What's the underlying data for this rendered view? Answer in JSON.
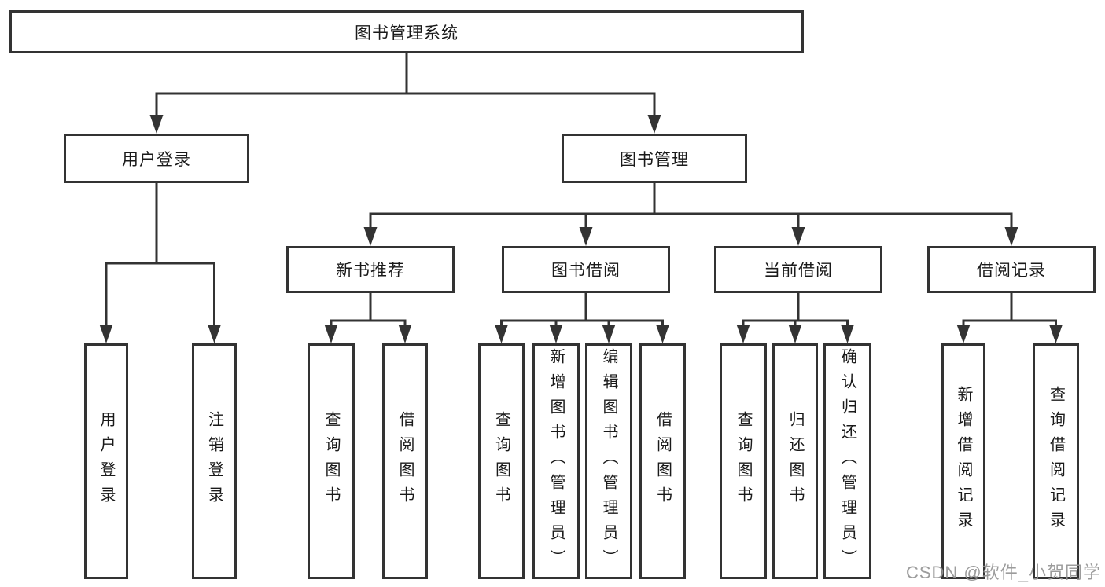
{
  "diagram": {
    "title": "图书管理系统",
    "watermark": "CSDN @软件_小贺同学",
    "colors": {
      "line": "#333333",
      "box_border": "#333333",
      "text": "#1a1a1a",
      "watermark": "#949494",
      "background": "#ffffff"
    },
    "nodes": [
      {
        "id": "root",
        "label": "图书管理系统",
        "parent": null,
        "orientation": "horizontal"
      },
      {
        "id": "user-login",
        "label": "用户登录",
        "parent": "root",
        "orientation": "horizontal"
      },
      {
        "id": "book-mgmt",
        "label": "图书管理",
        "parent": "root",
        "orientation": "horizontal"
      },
      {
        "id": "user-login-leaf",
        "label": "用户登录",
        "parent": "user-login",
        "orientation": "vertical"
      },
      {
        "id": "logout-leaf",
        "label": "注销登录",
        "parent": "user-login",
        "orientation": "vertical"
      },
      {
        "id": "new-book-rec",
        "label": "新书推荐",
        "parent": "book-mgmt",
        "orientation": "horizontal"
      },
      {
        "id": "book-borrow",
        "label": "图书借阅",
        "parent": "book-mgmt",
        "orientation": "horizontal"
      },
      {
        "id": "current-borrow",
        "label": "当前借阅",
        "parent": "book-mgmt",
        "orientation": "horizontal"
      },
      {
        "id": "borrow-record",
        "label": "借阅记录",
        "parent": "book-mgmt",
        "orientation": "horizontal"
      },
      {
        "id": "nbr-query",
        "label": "查询图书",
        "parent": "new-book-rec",
        "orientation": "vertical"
      },
      {
        "id": "nbr-borrow",
        "label": "借阅图书",
        "parent": "new-book-rec",
        "orientation": "vertical"
      },
      {
        "id": "bb-query",
        "label": "查询图书",
        "parent": "book-borrow",
        "orientation": "vertical"
      },
      {
        "id": "bb-add",
        "label": "新增图书（管理员）",
        "parent": "book-borrow",
        "orientation": "vertical"
      },
      {
        "id": "bb-edit",
        "label": "编辑图书（管理员）",
        "parent": "book-borrow",
        "orientation": "vertical"
      },
      {
        "id": "bb-borrow",
        "label": "借阅图书",
        "parent": "book-borrow",
        "orientation": "vertical"
      },
      {
        "id": "cb-query",
        "label": "查询图书",
        "parent": "current-borrow",
        "orientation": "vertical"
      },
      {
        "id": "cb-return",
        "label": "归还图书",
        "parent": "current-borrow",
        "orientation": "vertical"
      },
      {
        "id": "cb-confirm",
        "label": "确认归还（管理员）",
        "parent": "current-borrow",
        "orientation": "vertical"
      },
      {
        "id": "br-add",
        "label": "新增借阅记录",
        "parent": "borrow-record",
        "orientation": "vertical"
      },
      {
        "id": "br-query",
        "label": "查询借阅记录",
        "parent": "borrow-record",
        "orientation": "vertical"
      }
    ]
  }
}
